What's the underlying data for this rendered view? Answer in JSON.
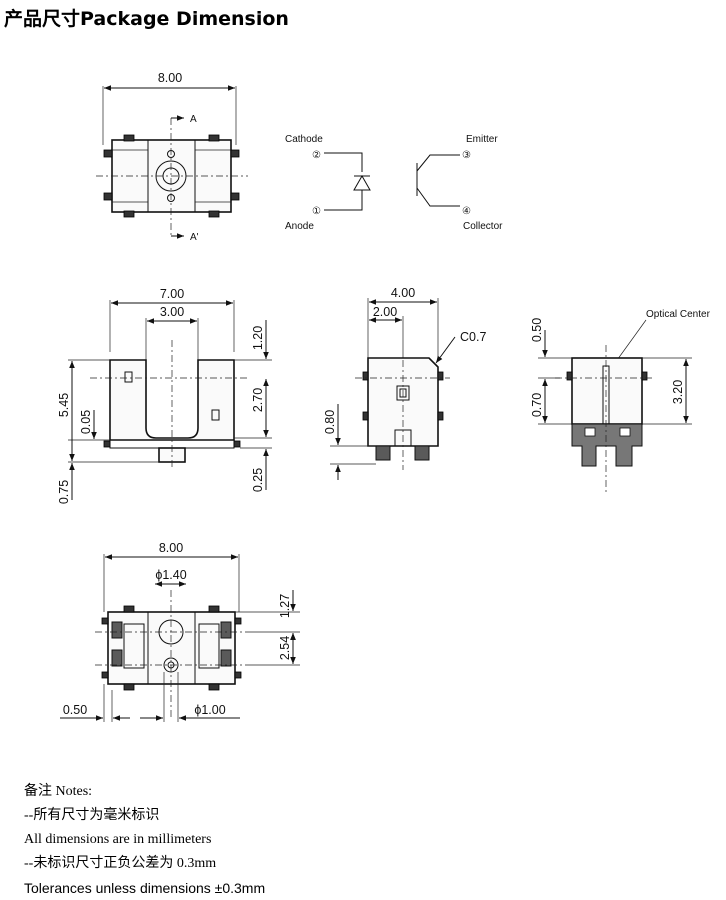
{
  "header": {
    "title": "产品尺寸Package Dimension"
  },
  "top_view": {
    "width_dim": "8.00",
    "section_a": "A",
    "section_a_prime": "A'"
  },
  "schematic": {
    "cathode": "Cathode",
    "anode": "Anode",
    "emitter": "Emitter",
    "collector": "Collector",
    "pin_cathode": "②",
    "pin_anode": "①",
    "pin_emitter": "③",
    "pin_collector": "④"
  },
  "front_view": {
    "dim_width": "7.00",
    "dim_slot": "3.00",
    "dim_top": "1.20",
    "dim_slot_depth": "2.70",
    "dim_bottom": "0.25",
    "dim_height": "5.45",
    "dim_base": "0.05",
    "dim_leg": "0.75"
  },
  "side_view": {
    "dim_width": "4.00",
    "dim_half": "2.00",
    "chamfer": "C0.7",
    "dim_standoff": "0.80"
  },
  "section_view": {
    "label": "Optical Center",
    "dim_top": "0.50",
    "dim_mid": "0.70",
    "dim_center": "3.20"
  },
  "bottom_view": {
    "dim_width": "8.00",
    "dim_hole_big": "ϕ1.40",
    "dim_pitch_top": "1.27",
    "dim_pitch": "2.54",
    "dim_edge": "0.50",
    "dim_hole_small": "ϕ1.00"
  },
  "notes": {
    "heading": "备注 Notes:",
    "line1": "--所有尺寸为毫米标识",
    "line2": "All dimensions are in millimeters",
    "line3": "--未标识尺寸正负公差为 0.3mm",
    "line4": "Tolerances unless dimensions ±0.3mm"
  }
}
